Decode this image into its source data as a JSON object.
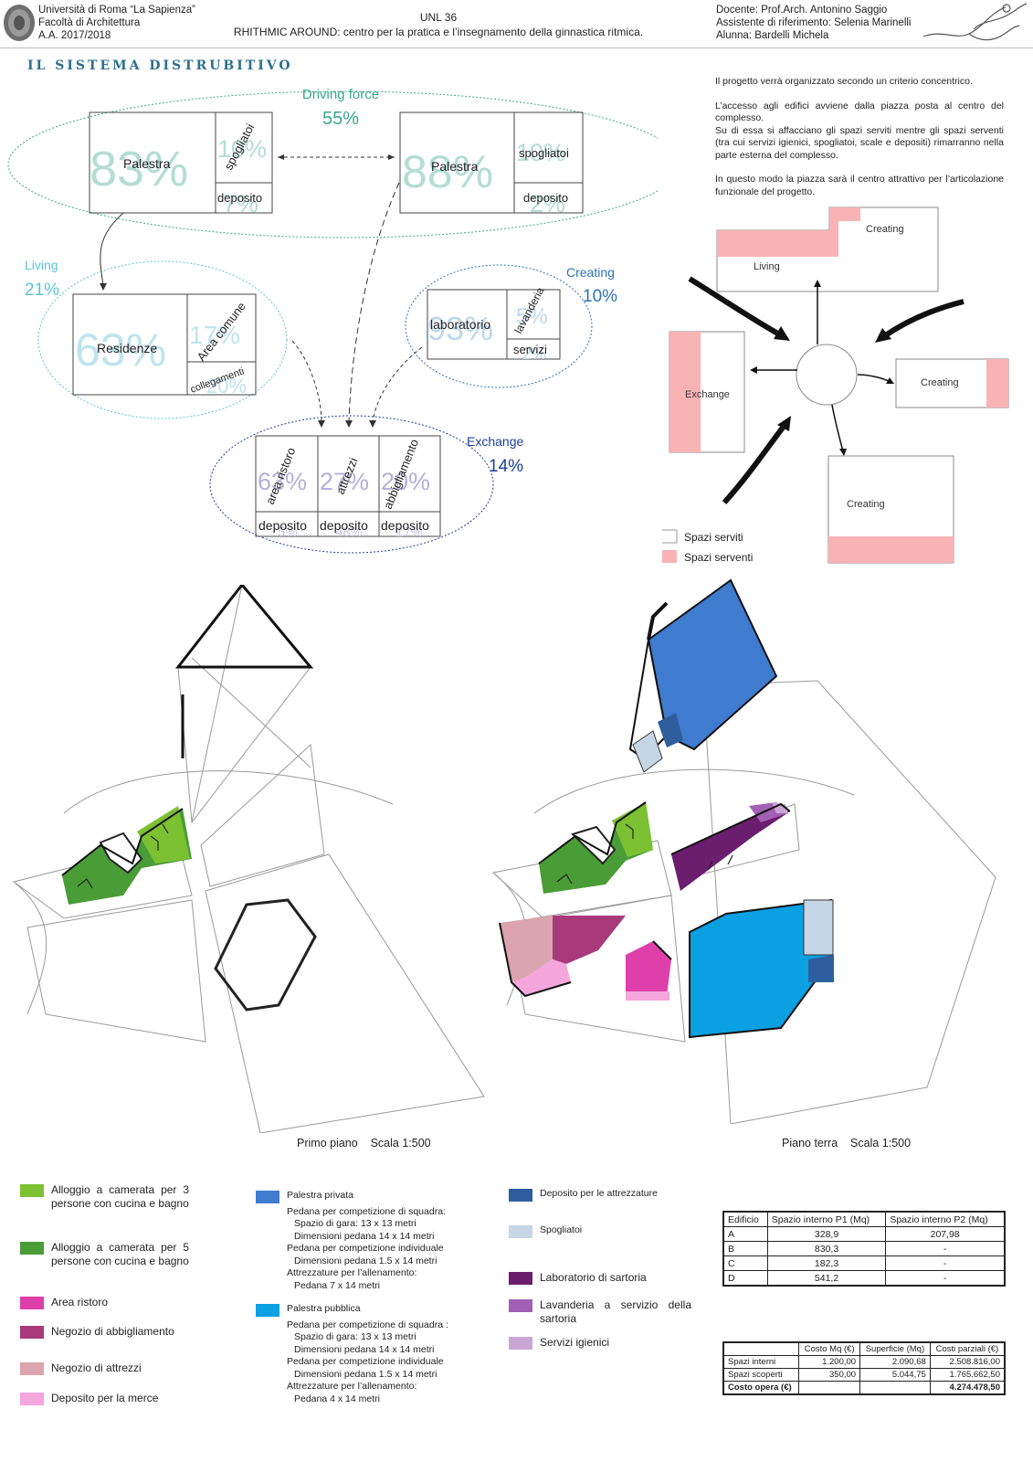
{
  "header": {
    "uni": [
      "Università di Roma “La Sapienza”",
      "Facoltà di Architettura",
      "A.A. 2017/2018"
    ],
    "course": "UNL 36",
    "project": "RHITHMIC AROUND: centro per la pratica e l’insegnamento della ginnastica ritmica.",
    "credits": [
      "Docente: Prof.Arch. Antonino Saggio",
      "Assistente di riferimento: Selenia Marinelli",
      "Alunna: Bardelli Michela"
    ]
  },
  "section_title": "IL SISTEMA DISTRUBITIVO",
  "diagram": {
    "driving": {
      "name": "Driving force",
      "pct": "55%",
      "left": {
        "main": "Palestra",
        "big": "83%",
        "side1": "spogliatoi",
        "side1_pct": "10%",
        "side2": "deposito",
        "side2_pct": "7%"
      },
      "right": {
        "main": "Palestra",
        "big": "88%",
        "side1": "spogliatoi",
        "side1_pct": "10%",
        "side2": "deposito",
        "side2_pct": "2%"
      }
    },
    "living": {
      "name": "Living",
      "pct": "21%",
      "main": "Residenze",
      "big": "63%",
      "side1": "Area comune",
      "side1_pct": "17%",
      "side2": "collegamenti",
      "side2_pct": "20%"
    },
    "creating": {
      "name": "Creating",
      "pct": "10%",
      "main": "laboratorio",
      "big": "93%",
      "side1": "lavanderia",
      "side1_pct": "5%",
      "side2": "servizi",
      "side2_pct": "2%"
    },
    "exchange": {
      "name": "Exchange",
      "pct": "14%",
      "cols": [
        {
          "label": "area ristoro",
          "big": "63%",
          "dep": "deposito",
          "dep_pct": "5%"
        },
        {
          "label": "attrezzi",
          "big": "27%",
          "dep": "deposito",
          "dep_pct": "48%"
        },
        {
          "label": "abbigliamento",
          "big": "20%",
          "dep": "deposito",
          "dep_pct": "17%"
        }
      ]
    }
  },
  "description": [
    "Il progetto verrà organizzato secondo un criterio concentrico.",
    "L’accesso agli edifici avviene dalla piazza posta al centro del complesso.",
    "Su di essa si affacciano gli spazi serviti mentre gli spazi serventi (tra cui servizi igienici, spogliatoi, scale e depositi) rimarranno nella parte esterna del complesso.",
    "In questo modo la piazza sarà il centro attrattivo per l’articolazione funzionale del progetto."
  ],
  "concept": {
    "labels": {
      "creating_top": "Creating",
      "living": "Living",
      "exchange": "Exchange",
      "creating_right": "Creating",
      "creating_bottom": "Creating"
    },
    "legend": [
      {
        "label": "Spazi serviti",
        "color": "#ffffff"
      },
      {
        "label": "Spazi serventi",
        "color": "#f9b3b5"
      }
    ]
  },
  "plans": {
    "left_caption": "Primo piano    Scala 1:500",
    "right_caption": "Piano terra    Scala 1:500"
  },
  "legend": {
    "col1": [
      {
        "label": "Alloggio a camerata per 3 persone con cucina e bagno",
        "color": "#7cc132"
      },
      {
        "label": "Alloggio a camerata per 5 persone con cucina e bagno",
        "color": "#4a9c37"
      },
      {
        "label": "Area ristoro",
        "color": "#df3fab"
      },
      {
        "label": "Negozio di abbigliamento",
        "color": "#a83a7c"
      },
      {
        "label": "Negozio di attrezzi",
        "color": "#dca4ae"
      },
      {
        "label": "Deposito per la merce",
        "color": "#f5a6dc"
      }
    ],
    "col2": [
      {
        "label": "Palestra privata",
        "color": "#3f7bcf",
        "details": [
          "Pedana per competizione di squadra:",
          "Spazio di gara: 13 x 13 metri",
          "Dimensioni pedana 14 x 14 metri",
          "Pedana per competizione individuale",
          "Dimensioni pedana 1.5 x 14 metri",
          "Attrezzature per l’allenamento:",
          "Pedana 7 x 14 metri"
        ]
      },
      {
        "label": "Palestra pubblica",
        "color": "#0aa0e2",
        "details": [
          "Pedana per competizione di squadra :",
          "Spazio di gara: 13 x 13 metri",
          "Dimensioni pedana 14 x 14 metri",
          "Pedana per competizione individuale",
          "Dimensioni pedana 1.5 x 14 metri",
          "Attrezzature per l’allenamento:",
          "Pedana 4 x 14 metri"
        ]
      }
    ],
    "col3": [
      {
        "label": "Deposito per le attrezzature",
        "color": "#2f5e9e"
      },
      {
        "label": "Spogliatoi",
        "color": "#c5d6e6"
      },
      {
        "label": "Laboratorio di sartoria",
        "color": "#6b1e6e"
      },
      {
        "label": "Lavanderia a servizio della sartoria",
        "color": "#a260b4"
      },
      {
        "label": "Servizi igienici",
        "color": "#caa6d4"
      }
    ]
  },
  "table1": {
    "headers": [
      "Edificio",
      "Spazio interno P1 (Mq)",
      "Spazio interno P2 (Mq)"
    ],
    "rows": [
      [
        "A",
        "328,9",
        "207,98"
      ],
      [
        "B",
        "830,3",
        "-"
      ],
      [
        "C",
        "182,3",
        "-"
      ],
      [
        "D",
        "541,2",
        "-"
      ]
    ]
  },
  "table2": {
    "headers": [
      "",
      "Costo Mq (€)",
      "Superficie (Mq)",
      "Costi parziali (€)"
    ],
    "rows": [
      [
        "Spazi interni",
        "1.200,00",
        "2.090,68",
        "2.508.816,00"
      ],
      [
        "Spazi scoperti",
        "350,00",
        "5.044,75",
        "1.765.662,50"
      ]
    ],
    "total": [
      "Costo opera (€)",
      "4.274.478,50"
    ]
  }
}
